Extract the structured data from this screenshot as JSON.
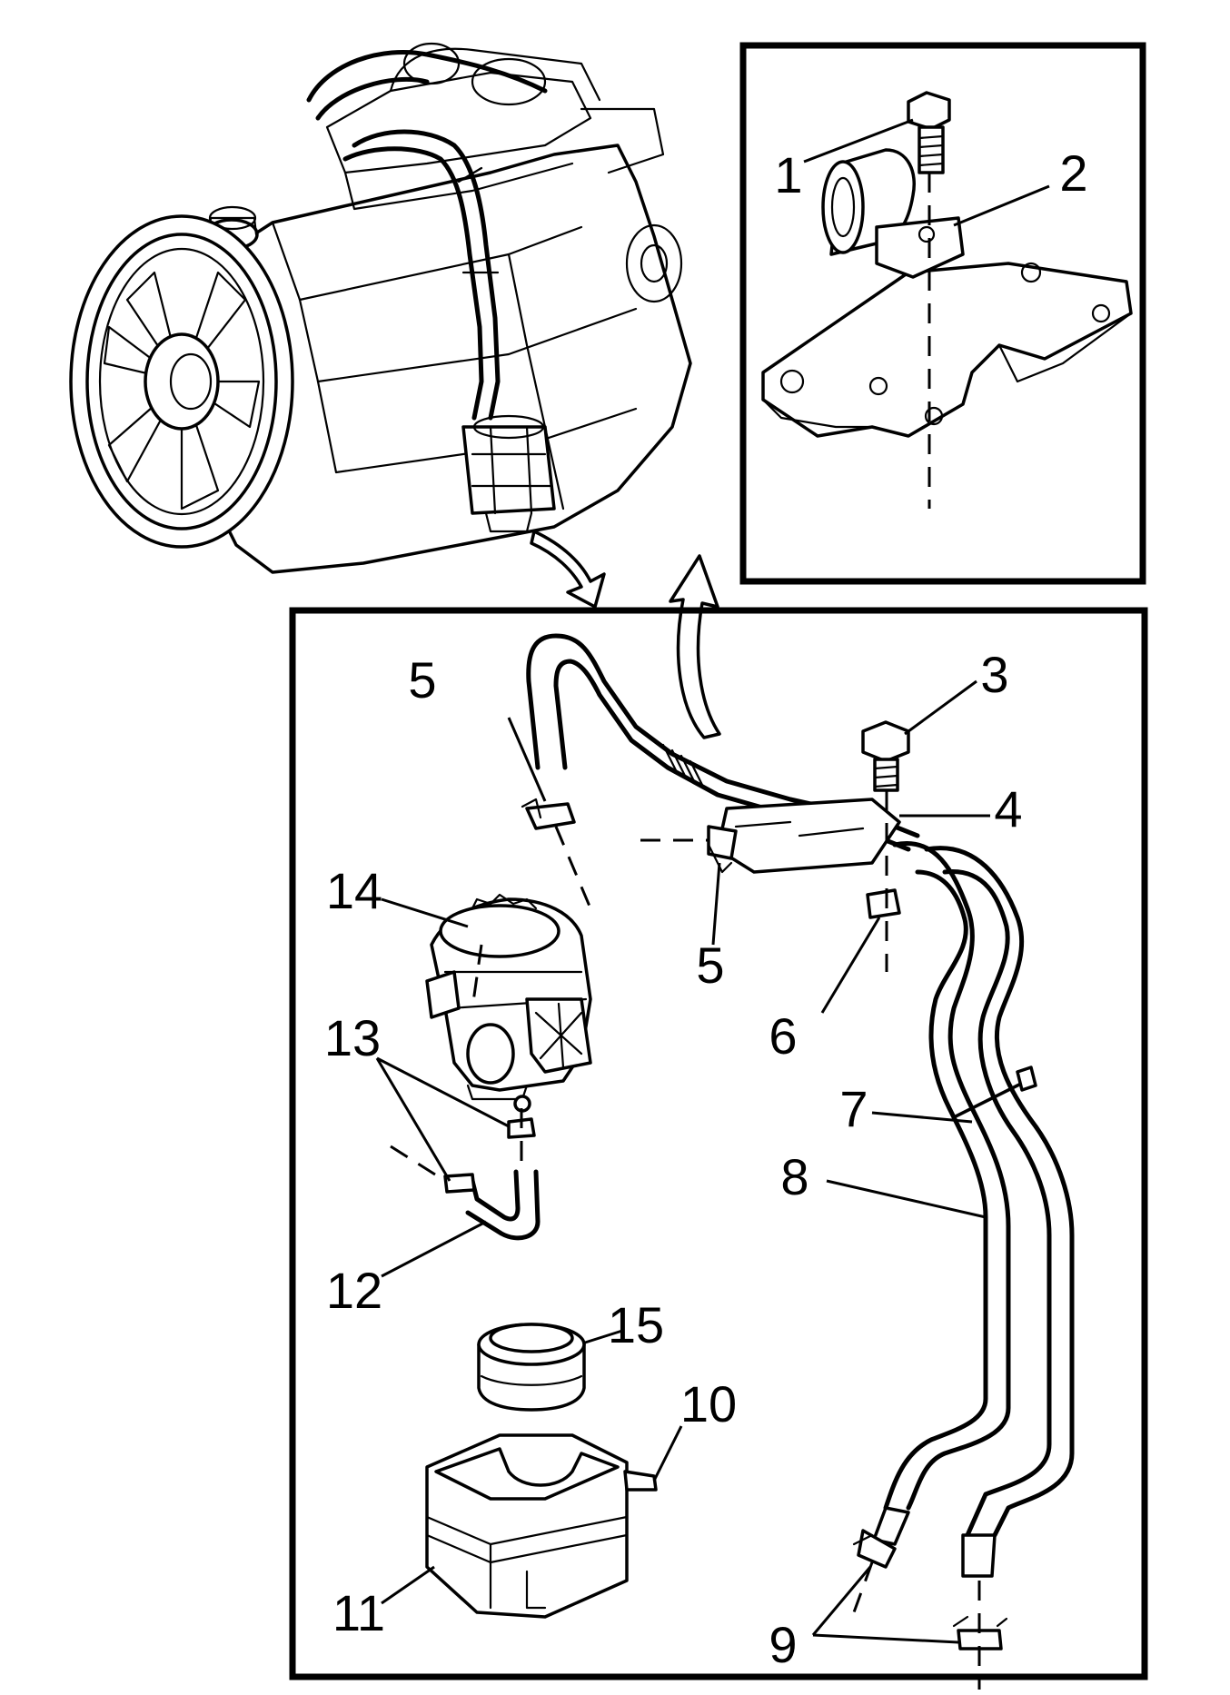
{
  "callouts": {
    "c1": "1",
    "c2": "2",
    "c3": "3",
    "c4": "4",
    "c5a": "5",
    "c5b": "5",
    "c6": "6",
    "c7": "7",
    "c8": "8",
    "c9": "9",
    "c10": "10",
    "c11": "11",
    "c12": "12",
    "c13": "13",
    "c14": "14",
    "c15": "15"
  },
  "colors": {
    "line": "#000000",
    "background": "#ffffff"
  },
  "icons": {
    "flow_arrow_1": "curved-arrow-down-icon",
    "flow_arrow_2": "curved-arrow-up-icon"
  }
}
